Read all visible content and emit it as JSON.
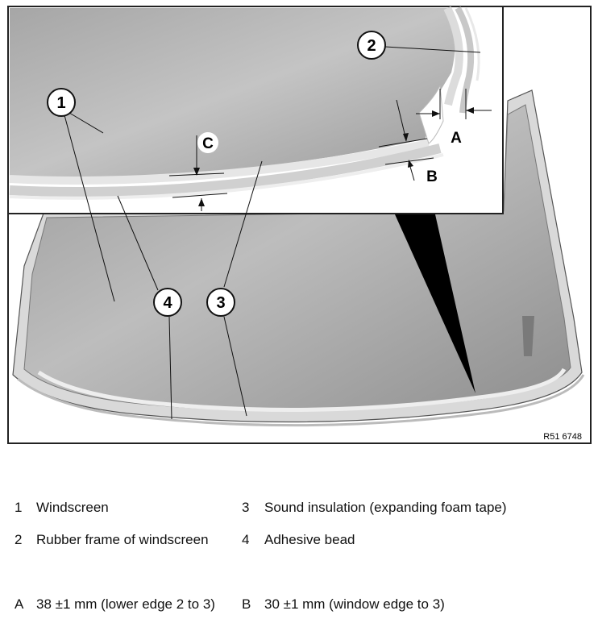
{
  "figure": {
    "reference_code": "R51 6748",
    "callouts": [
      "1",
      "2",
      "3",
      "4"
    ],
    "dimension_labels": [
      "A",
      "B",
      "C"
    ]
  },
  "legend": {
    "items": [
      {
        "key": "1",
        "text": "Windscreen"
      },
      {
        "key": "3",
        "text": "Sound insulation (expanding foam tape)"
      },
      {
        "key": "2",
        "text": "Rubber frame of windscreen"
      },
      {
        "key": "4",
        "text": "Adhesive bead"
      }
    ],
    "dimensions": [
      {
        "key": "A",
        "text": "38 ±1 mm (lower edge 2 to 3)"
      },
      {
        "key": "B",
        "text": "30 ±1 mm (window edge to 3)"
      }
    ]
  }
}
